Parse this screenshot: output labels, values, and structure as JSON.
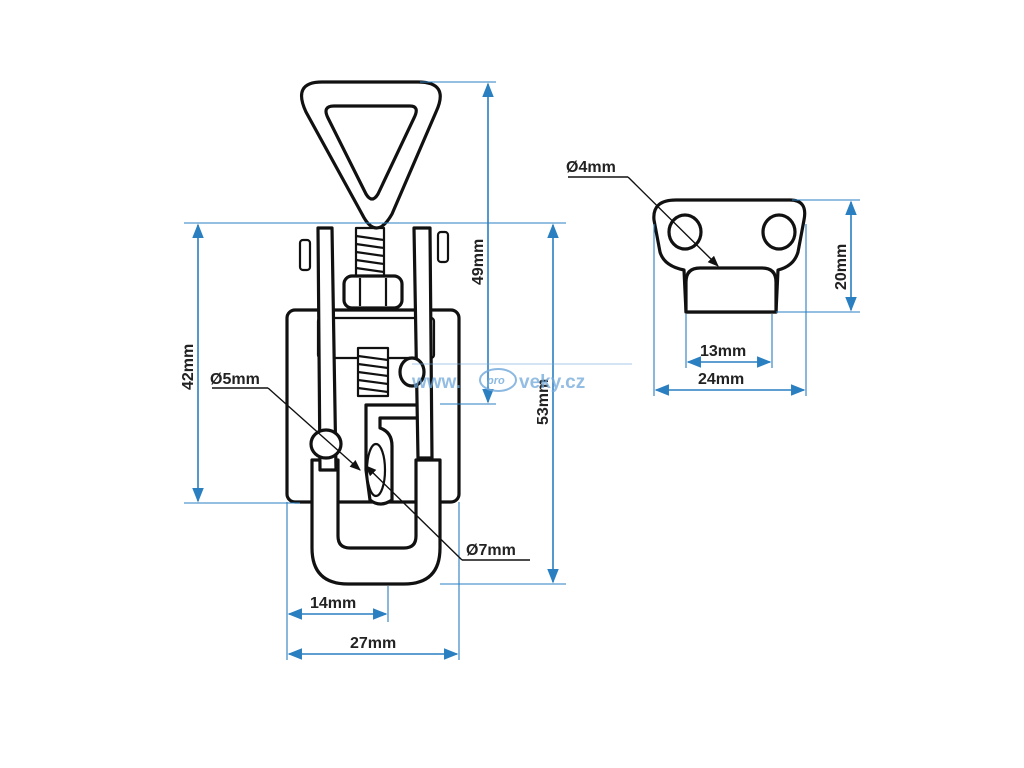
{
  "dimensions": {
    "height_handle": "49mm",
    "height_body": "42mm",
    "height_total": "53mm",
    "width_hook": "14mm",
    "width_total": "27mm",
    "dia_pin": "Ø5mm",
    "dia_loop": "Ø7mm",
    "dia_hole": "Ø4mm",
    "catch_height": "20mm",
    "catch_inner_width": "13mm",
    "catch_width": "24mm"
  },
  "watermark": {
    "prefix": "www.",
    "logo": "pro",
    "suffix": "veky.cz"
  },
  "colors": {
    "dimension_line": "#2a7fc1",
    "outline": "#111111",
    "watermark": "#6fa8d9"
  }
}
